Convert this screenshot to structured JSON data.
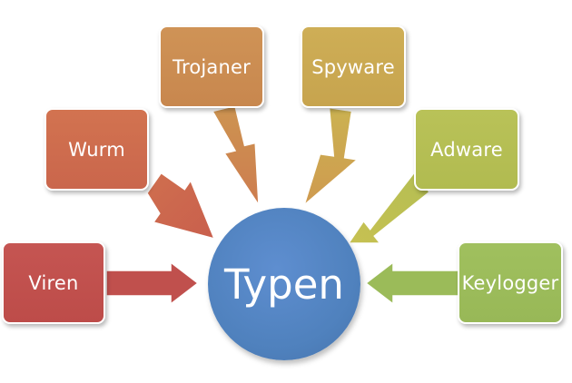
{
  "diagram": {
    "center": {
      "label": "Typen",
      "color": "#4f81bd"
    },
    "nodes": [
      {
        "id": "viren",
        "label": "Viren",
        "color": "#c0504d"
      },
      {
        "id": "wurm",
        "label": "Wurm",
        "color": "#cd6a4e"
      },
      {
        "id": "trojaner",
        "label": "Trojaner",
        "color": "#cb8a50"
      },
      {
        "id": "spyware",
        "label": "Spyware",
        "color": "#c9a750"
      },
      {
        "id": "adware",
        "label": "Adware",
        "color": "#b3bd52"
      },
      {
        "id": "keylogger",
        "label": "Keylogger",
        "color": "#9bbb59"
      }
    ]
  }
}
